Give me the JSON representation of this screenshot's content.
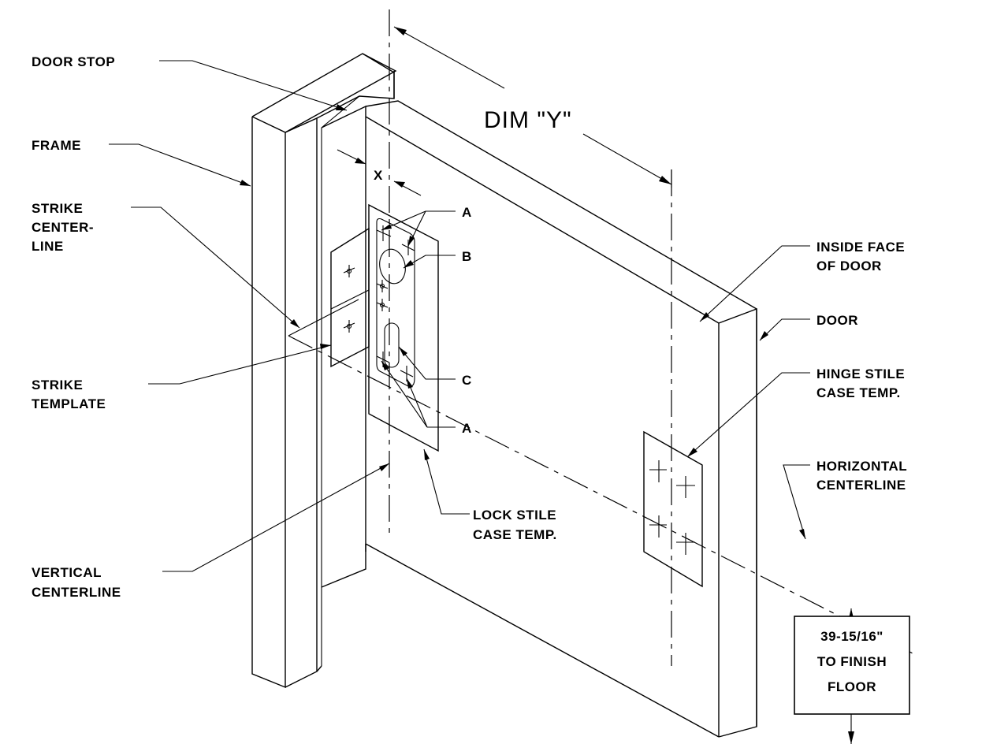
{
  "labels": {
    "door_stop": "DOOR STOP",
    "frame": "FRAME",
    "strike_centerline": [
      "STRIKE",
      "CENTER-",
      "LINE"
    ],
    "strike_template": [
      "STRIKE",
      "TEMPLATE"
    ],
    "vertical_centerline": [
      "VERTICAL",
      "CENTERLINE"
    ],
    "dim_y": "DIM \"Y\"",
    "dim_x": "X",
    "callout_a": "A",
    "callout_b": "B",
    "callout_c": "C",
    "lock_stile_case_temp": [
      "LOCK STILE",
      "CASE TEMP."
    ],
    "inside_face_of_door": [
      "INSIDE FACE",
      "OF DOOR"
    ],
    "door": "DOOR",
    "hinge_stile_case_temp": [
      "HINGE STILE",
      "CASE TEMP."
    ],
    "horizontal_centerline": [
      "HORIZONTAL",
      "CENTERLINE"
    ],
    "floor_dimension": [
      "39-15/16\"",
      "TO FINISH",
      "FLOOR"
    ]
  }
}
